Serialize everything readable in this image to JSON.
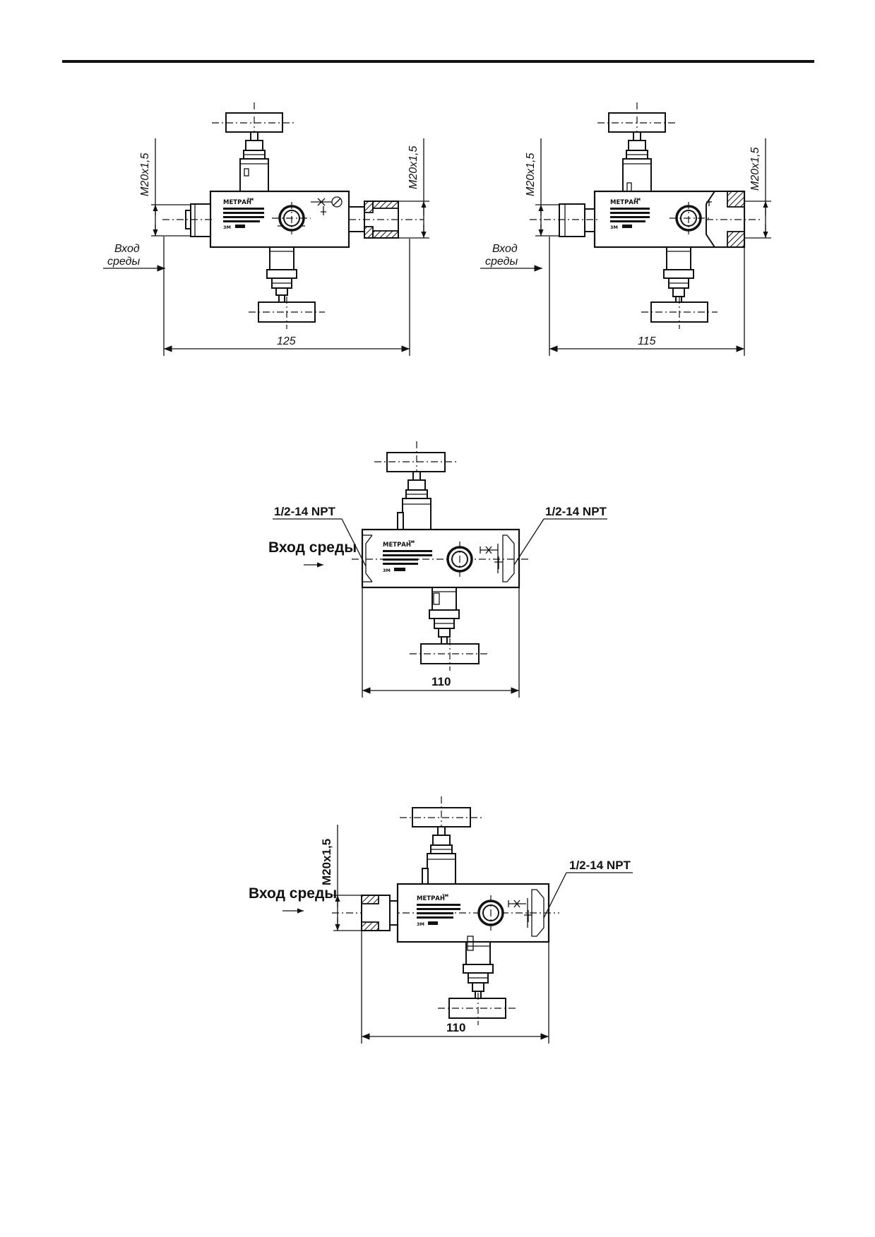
{
  "drawings": [
    {
      "id": "manifold-a",
      "inlet_label": "Вход\nсреды",
      "left_thread": "M20x1,5",
      "right_thread": "M20x1,5",
      "width_dim": "125",
      "plate_brand": "МЕТРАН",
      "plate_tm": "тм",
      "plate_model": "3М"
    },
    {
      "id": "manifold-b",
      "inlet_label": "Вход\nсреды",
      "left_thread": "M20x1,5",
      "right_thread": "M20x1,5",
      "width_dim": "115",
      "plate_brand": "МЕТРАН",
      "plate_tm": "тм",
      "plate_model": "3М"
    },
    {
      "id": "manifold-c",
      "inlet_label": "Вход среды",
      "left_port": "1/2-14 NPT",
      "right_port": "1/2-14 NPT",
      "width_dim": "110",
      "plate_brand": "МЕТРАН",
      "plate_tm": "тм",
      "plate_model": "3М"
    },
    {
      "id": "manifold-d",
      "inlet_label": "Вход среды",
      "left_thread": "M20x1,5",
      "right_port": "1/2-14 NPT",
      "width_dim": "110",
      "plate_brand": "МЕТРАН",
      "plate_tm": "тм",
      "plate_model": "3М"
    }
  ]
}
